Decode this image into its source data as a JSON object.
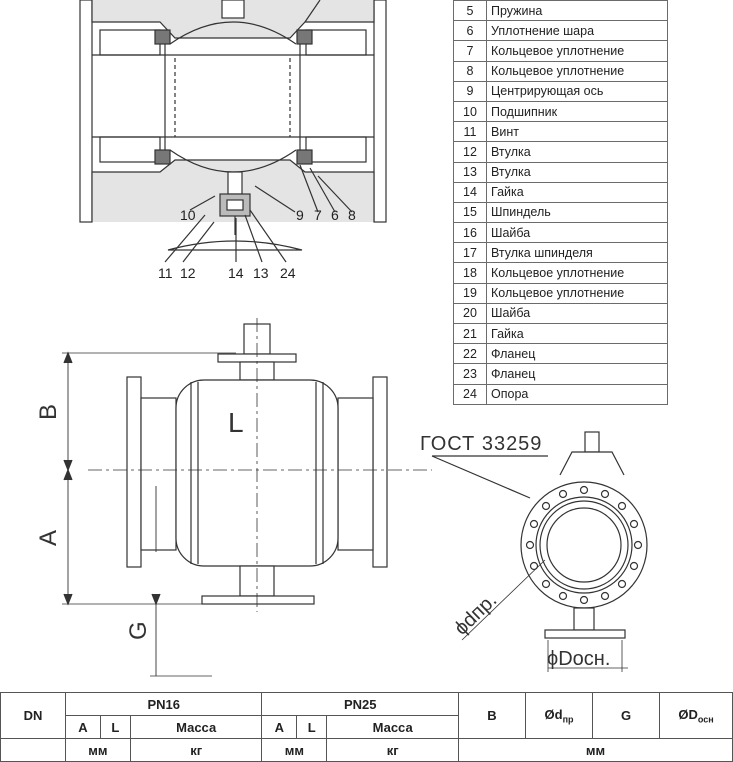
{
  "callouts": {
    "bottom_left": [
      "10",
      "11",
      "12",
      "14",
      "13",
      "24"
    ],
    "bottom_right": [
      "9",
      "7",
      "6",
      "8"
    ]
  },
  "dimension_labels": {
    "b": "B",
    "a": "A",
    "l": "L",
    "g": "G",
    "gost": "ГОСТ 33259",
    "d_pr": "ϕdпр.",
    "d_osn": "ϕDосн."
  },
  "parts_list": [
    {
      "no": "5",
      "name": "Пружина"
    },
    {
      "no": "6",
      "name": "Уплотнение шара"
    },
    {
      "no": "7",
      "name": "Кольцевое уплотнение"
    },
    {
      "no": "8",
      "name": "Кольцевое уплотнение"
    },
    {
      "no": "9",
      "name": "Центрирующая ось"
    },
    {
      "no": "10",
      "name": "Подшипник"
    },
    {
      "no": "11",
      "name": "Винт"
    },
    {
      "no": "12",
      "name": "Втулка"
    },
    {
      "no": "13",
      "name": "Втулка"
    },
    {
      "no": "14",
      "name": "Гайка"
    },
    {
      "no": "15",
      "name": "Шпиндель"
    },
    {
      "no": "16",
      "name": "Шайба"
    },
    {
      "no": "17",
      "name": "Втулка шпинделя"
    },
    {
      "no": "18",
      "name": "Кольцевое уплотнение"
    },
    {
      "no": "19",
      "name": "Кольцевое уплотнение"
    },
    {
      "no": "20",
      "name": "Шайба"
    },
    {
      "no": "21",
      "name": "Гайка"
    },
    {
      "no": "22",
      "name": "Фланец"
    },
    {
      "no": "23",
      "name": "Фланец"
    },
    {
      "no": "24",
      "name": "Опора"
    }
  ],
  "spec_table": {
    "dn": "DN",
    "pn16": "PN16",
    "pn25": "PN25",
    "a": "A",
    "l": "L",
    "mass": "Масса",
    "b": "B",
    "d_pr_main": "Ød",
    "d_pr_sub": "пр",
    "g": "G",
    "d_osn_main": "ØD",
    "d_osn_sub": "осн",
    "unit_mm": "мм",
    "unit_kg": "кг"
  }
}
